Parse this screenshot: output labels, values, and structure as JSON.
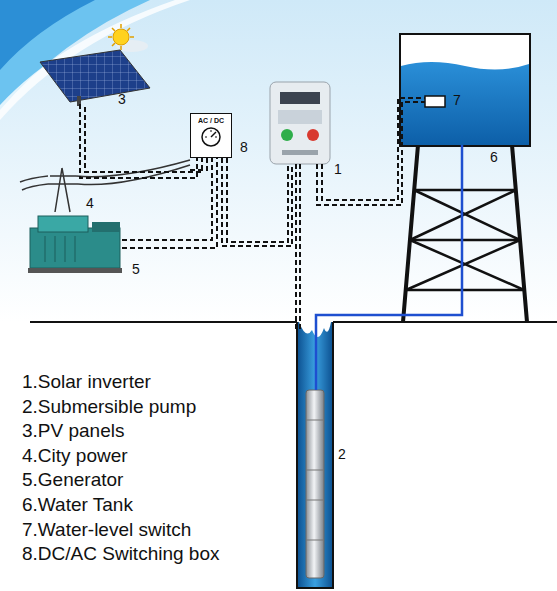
{
  "diagram": {
    "nodes": [
      {
        "text": [
          "AC / DC"
        ]
      }
    ],
    "labels": [
      "3",
      "8",
      "1",
      "7",
      "6",
      "4",
      "5",
      "2",
      "1.Solar inverter",
      "2.Submersible pump",
      "3.PV panels",
      "4.City power",
      "5.Generator",
      "6.Water Tank",
      "7.Water-level switch",
      "8.DC/AC Switching box"
    ]
  }
}
